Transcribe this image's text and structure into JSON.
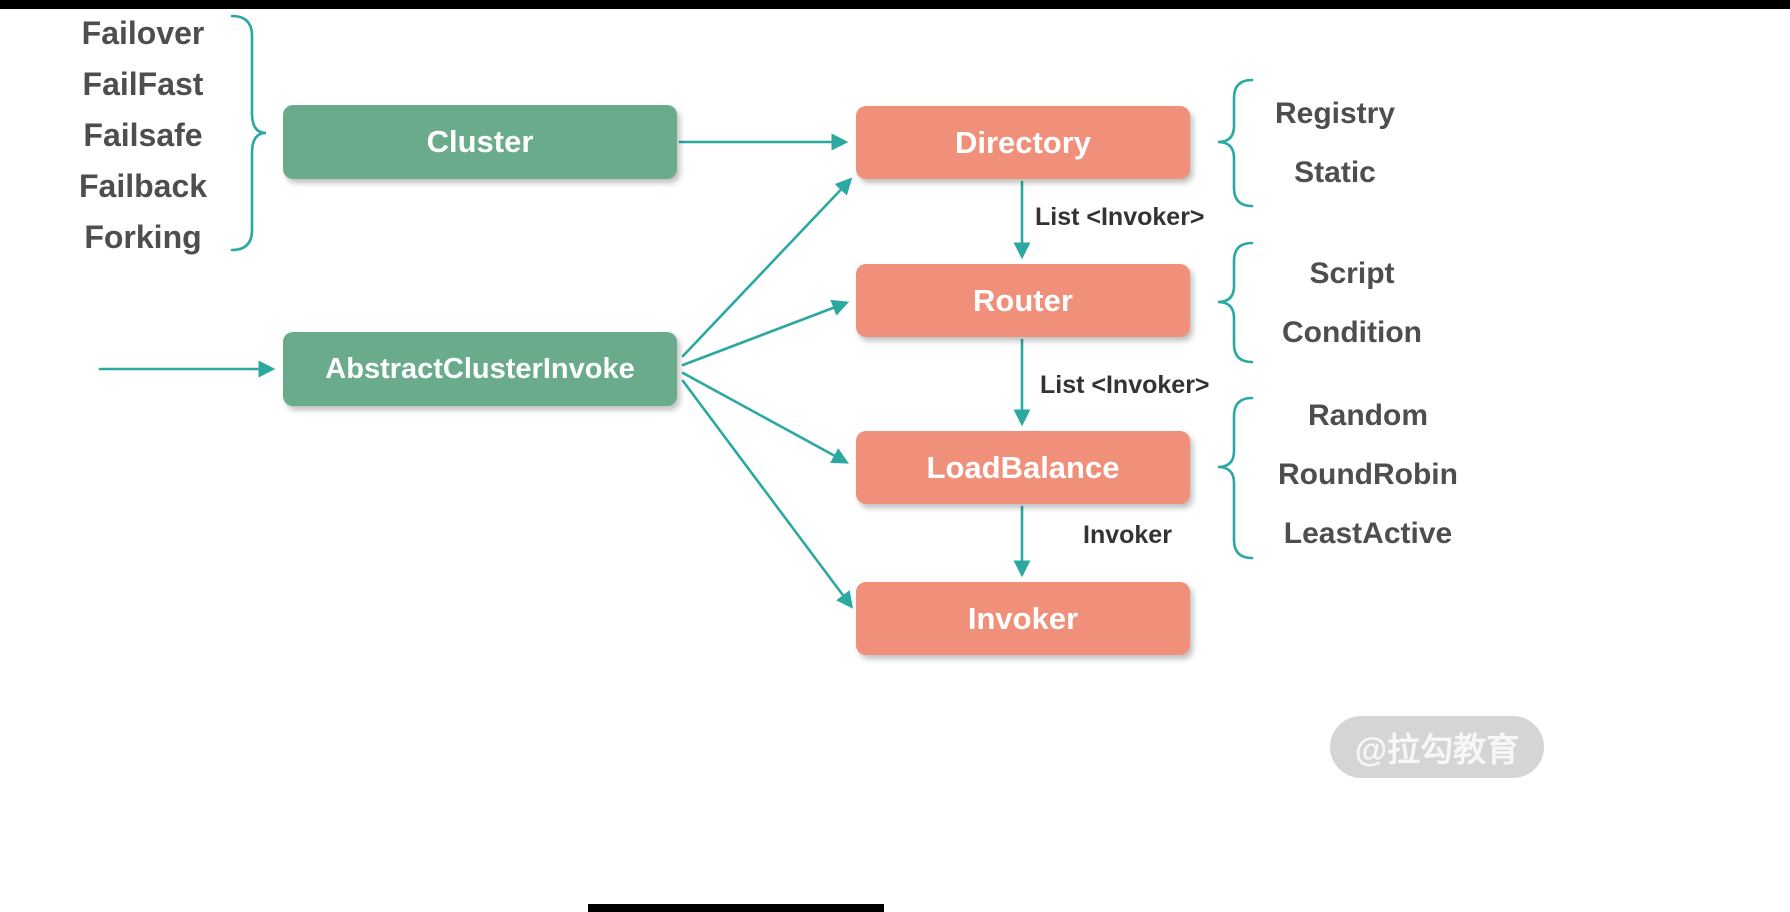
{
  "diagram": {
    "cluster_strategies": {
      "items": [
        "Failover",
        "FailFast",
        "Failsafe",
        "Failback",
        "Forking"
      ]
    },
    "nodes": {
      "cluster": "Cluster",
      "abstract_cluster_invoke": "AbstractClusterInvoke",
      "directory": "Directory",
      "router": "Router",
      "load_balance": "LoadBalance",
      "invoker": "Invoker"
    },
    "edge_labels": {
      "directory_to_router": "List <Invoker>",
      "router_to_loadbalance": "List <Invoker>",
      "loadbalance_to_invoker": "Invoker"
    },
    "annotations": {
      "directory": [
        "Registry",
        "Static"
      ],
      "router": [
        "Script",
        "Condition"
      ],
      "load_balance": [
        "Random",
        "RoundRobin",
        "LeastActive"
      ]
    },
    "watermark": "@拉勾教育",
    "colors": {
      "node_green": "#6aab8c",
      "node_salmon": "#f1907a",
      "connector_teal": "#2ba9a1",
      "label_text": "#4e4e4e"
    }
  }
}
